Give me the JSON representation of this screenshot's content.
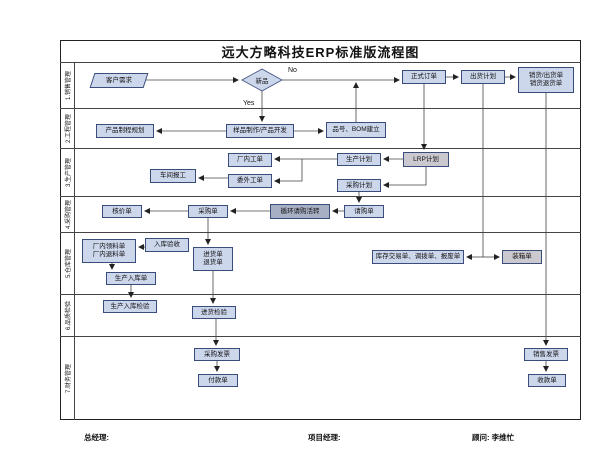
{
  "title": "远大方略科技ERP标准版流程图",
  "lanes": [
    {
      "label": "1.销售管理"
    },
    {
      "label": "2.工程管理"
    },
    {
      "label": "3.生产管理"
    },
    {
      "label": "4.采购管理"
    },
    {
      "label": "5.仓库管理"
    },
    {
      "label": "6.品质检验"
    },
    {
      "label": "7.财务管理"
    }
  ],
  "labels": {
    "yes": "Yes",
    "no": "No"
  },
  "nodes": {
    "customer_demand": {
      "label": "客户需求"
    },
    "new_item_decision": {
      "label": "新品"
    },
    "formal_order": {
      "label": "正式订单"
    },
    "shipping_plan": {
      "label": "出货计划"
    },
    "sales_shipping_doc": {
      "label": "销货/出货单\n销货退货单"
    },
    "product_process_planning": {
      "label": "产品制程规划"
    },
    "sample_development": {
      "label": "样品制作/产品开发"
    },
    "bom_setup": {
      "label": "品号、BOM建立"
    },
    "workshop_reporting": {
      "label": "车间报工"
    },
    "internal_work_order": {
      "label": "厂内工单"
    },
    "outsourced_work_order": {
      "label": "委外工单"
    },
    "production_plan": {
      "label": "生产计划"
    },
    "lrp_plan": {
      "label": "LRP计划"
    },
    "purchase_plan": {
      "label": "采购计划"
    },
    "price_check": {
      "label": "核价单"
    },
    "purchase_order": {
      "label": "采购单"
    },
    "cyclic_requisition": {
      "label": "循环请购活转"
    },
    "requisition": {
      "label": "请购单"
    },
    "internal_material_doc": {
      "label": "厂内领料单\n厂内退料单"
    },
    "warehouse_acceptance": {
      "label": "入库验收"
    },
    "receipt_doc": {
      "label": "进货单\n退货单"
    },
    "production_receipt": {
      "label": "生产入库单"
    },
    "inventory_docs": {
      "label": "库存交易单、调拨单、报废单"
    },
    "packing_list": {
      "label": "装箱单"
    },
    "production_receipt_inspection": {
      "label": "生产入库检验"
    },
    "incoming_inspection": {
      "label": "进货检验"
    },
    "purchase_invoice": {
      "label": "采购发票"
    },
    "payment_doc": {
      "label": "付款单"
    },
    "sales_invoice": {
      "label": "销售发票"
    },
    "receipt_voucher": {
      "label": "收款单"
    }
  },
  "footer": {
    "general_manager": "总经理:",
    "project_manager": "项目经理:",
    "consultant": "顾问: 李维忙"
  },
  "colors": {
    "node_fill": "#cdd7ec",
    "node_border": "#3a4d7a",
    "gray_fill": "#c9c9cf",
    "dark_fill": "#a7afc4"
  }
}
